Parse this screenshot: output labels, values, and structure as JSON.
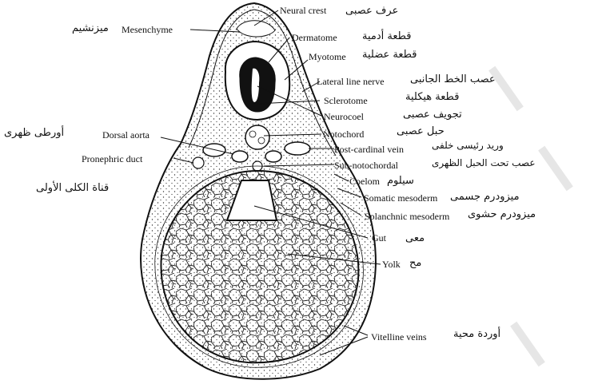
{
  "labels": {
    "mesenchyme": {
      "en": "Mesenchyme",
      "ar": "ميزنشيم"
    },
    "neural_crest": {
      "en": "Neural crest",
      "ar": "عرف عصبى"
    },
    "dermatome": {
      "en": "Dermatome",
      "ar": "قطعة أدمية"
    },
    "myotome": {
      "en": "Myotome",
      "ar": "قطعة عضلية"
    },
    "lateral_line_nerve": {
      "en": "Lateral line nerve",
      "ar": "عصب الخط الجانبى"
    },
    "sclerotome": {
      "en": "Sclerotome",
      "ar": "قطعة هيكلية"
    },
    "neurocoel": {
      "en": "Neurocoel",
      "ar": "تجويف عصبى"
    },
    "notochord": {
      "en": "Notochord",
      "ar": "حبل عصبى"
    },
    "dorsal_aorta": {
      "en": "Dorsal aorta",
      "ar": "أورطى ظهرى"
    },
    "post_cardinal_vein": {
      "en": "Post-cardinal vein",
      "ar": "وريد رئيسى خلفى"
    },
    "pronephric_duct": {
      "en": "Pronephric duct",
      "ar": "قناة الكلى الأولى"
    },
    "sub_notochordal": {
      "en": "Sub-notochordal",
      "ar": "عصب تحت الحبل الظهرى"
    },
    "coelom": {
      "en": "Coelom",
      "ar": "سيلوم"
    },
    "somatic_mesoderm": {
      "en": "Somatic mesoderm",
      "ar": "ميزودرم جسمى"
    },
    "splanchnic_mesoderm": {
      "en": "Splanchnic mesoderm",
      "ar": "ميزودرم حشوى"
    },
    "gut": {
      "en": "Gut",
      "ar": "معى"
    },
    "yolk": {
      "en": "Yolk",
      "ar": "مح"
    },
    "vitelline_veins": {
      "en": "Vitelline veins",
      "ar": "أوردة محية"
    }
  },
  "colors": {
    "ink": "#111111",
    "background": "#ffffff",
    "watermark": "#e6e6e6"
  }
}
